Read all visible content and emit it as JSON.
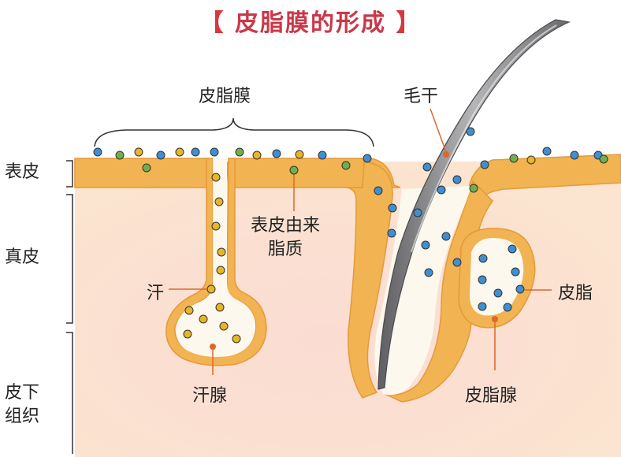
{
  "title": "皮脂膜的形成",
  "title_open": "【",
  "title_close": "】",
  "layers": {
    "epidermis": "表皮",
    "dermis": "真皮",
    "subcutis": [
      "皮下",
      "组织"
    ]
  },
  "labels": {
    "sebum_film": "皮脂膜",
    "hair_shaft": "毛干",
    "epidermal_lipid": [
      "表皮由来",
      "脂质"
    ],
    "sweat": "汗",
    "sweat_gland": "汗腺",
    "sebum": "皮脂",
    "sebaceous_gland": "皮脂腺"
  },
  "colors": {
    "title": "#c8394a",
    "skin_layer": "#f2b352",
    "dermis": "#fbe3cd",
    "gland_fill": "#fdf8ee",
    "hair": "#8a8a8c",
    "dot_blue": "#3f8fd2",
    "dot_green": "#6fb04b",
    "dot_yellow": "#e6b52a",
    "pointer": "#e0662a"
  }
}
